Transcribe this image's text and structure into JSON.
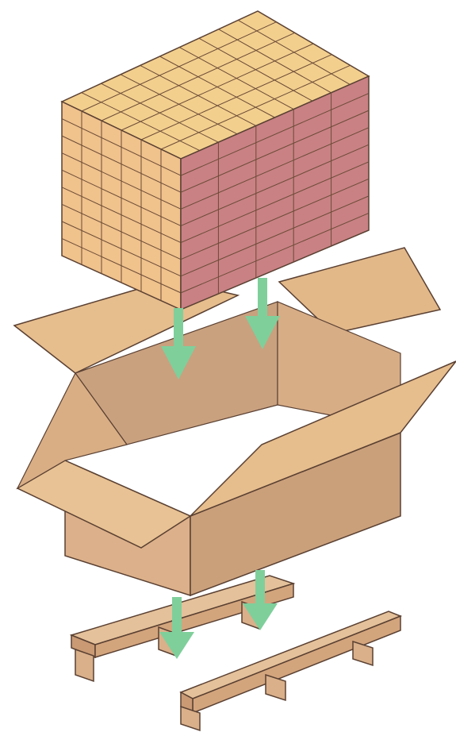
{
  "diagram": {
    "parts": [
      "stack-of-cartons",
      "open-shipping-box",
      "pallet-runners"
    ],
    "stack": {
      "rows": 9,
      "columns_front": 6,
      "columns_side": 5
    },
    "arrows": 4,
    "colors": {
      "carton_top": "#f3cf8e",
      "carton_front": "#f0c28c",
      "carton_side": "#c98184",
      "box_front": "#dcb08a",
      "box_side": "#c99c7a",
      "box_inside": "#c9a17f",
      "flap": "#e6bd8d",
      "arrow": "#7fcf9b",
      "pallet_top": "#e4c19a",
      "pallet_face": "#c99a74",
      "outline": "#5a4032"
    }
  }
}
